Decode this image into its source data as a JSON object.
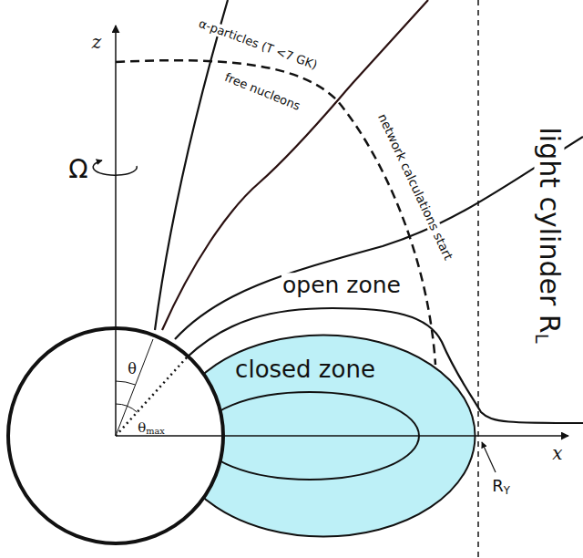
{
  "diagram": {
    "nodes": [
      {
        "text": [
          "closed zone"
        ]
      }
    ],
    "labels": [
      "z",
      "Ω",
      "α-particles (T <7 GK)",
      "free nucleons",
      "network calculations start",
      "open zone",
      "light cylinder RL",
      "θ",
      "θmax",
      "x",
      "RY"
    ]
  }
}
